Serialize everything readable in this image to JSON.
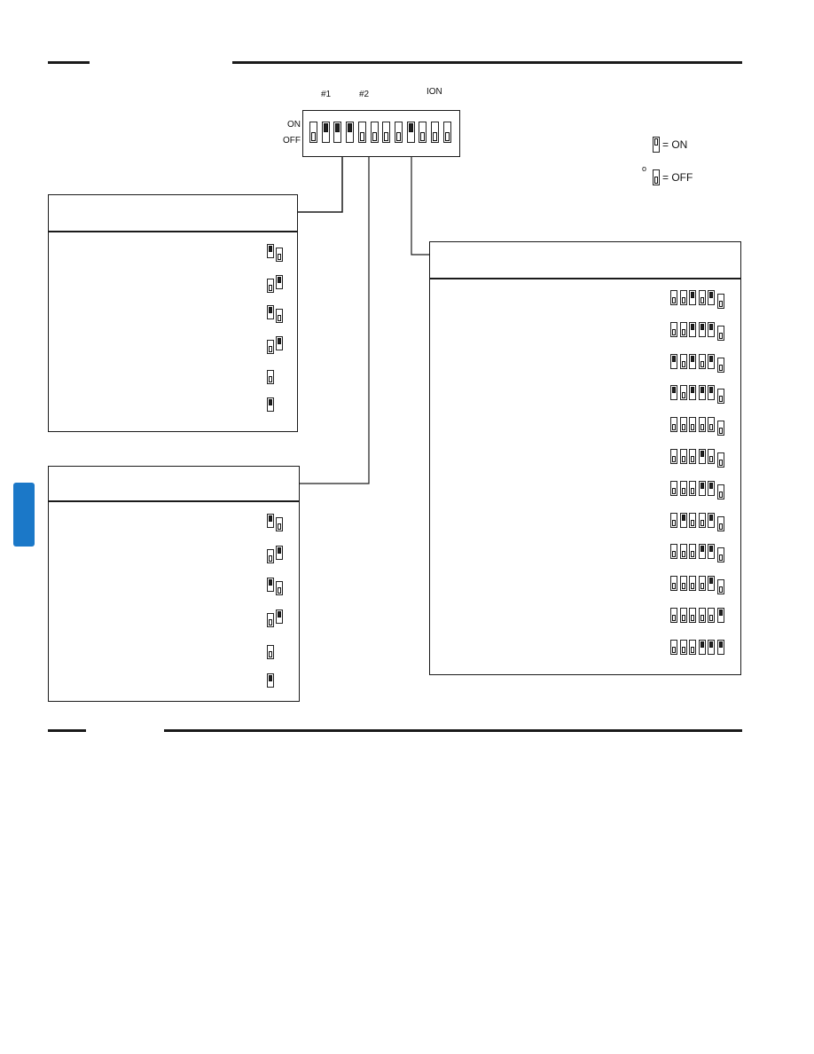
{
  "dip_unit": {
    "labels": {
      "switch1": "#1",
      "switch2": "#2",
      "ion": "ION",
      "on": "ON",
      "off": "OFF"
    },
    "switches": [
      "off",
      "on",
      "on",
      "on",
      "off",
      "off",
      "off",
      "off",
      "on",
      "off",
      "off",
      "off"
    ]
  },
  "legend": {
    "on_text": "= ON",
    "off_text": "= OFF",
    "off_marker": "o"
  },
  "colors": {
    "line": "#1a1a1a",
    "side_tab": "#1b78c8"
  },
  "table_a": {
    "title": "",
    "rows": [
      [
        "on",
        "off"
      ],
      [
        "off",
        "on"
      ],
      [
        "on",
        "off"
      ],
      [
        "off",
        "on"
      ],
      [
        "off"
      ],
      [
        "on"
      ]
    ]
  },
  "table_b": {
    "title": "",
    "rows": [
      [
        "on",
        "off"
      ],
      [
        "off",
        "on"
      ],
      [
        "on",
        "off"
      ],
      [
        "off",
        "on"
      ],
      [
        "off"
      ],
      [
        "on"
      ]
    ]
  },
  "table_c": {
    "title": "",
    "rows": [
      [
        "off",
        "off",
        "on",
        "off",
        "on",
        "off"
      ],
      [
        "off",
        "off",
        "on",
        "on",
        "on",
        "off"
      ],
      [
        "on",
        "off",
        "on",
        "off",
        "on",
        "off"
      ],
      [
        "on",
        "off",
        "on",
        "on",
        "on",
        "off"
      ],
      [
        "off",
        "off",
        "off",
        "off",
        "off",
        "off"
      ],
      [
        "off",
        "off",
        "off",
        "on",
        "off",
        "off"
      ],
      [
        "off",
        "off",
        "off",
        "on",
        "on",
        "off"
      ],
      [
        "off",
        "on",
        "off",
        "off",
        "on",
        "off"
      ],
      [
        "off",
        "off",
        "off",
        "on",
        "on",
        "off"
      ],
      [
        "off",
        "off",
        "off",
        "off",
        "on",
        "off"
      ],
      [
        "off",
        "off",
        "off",
        "off",
        "off",
        "on"
      ],
      [
        "off",
        "off",
        "off",
        "on",
        "on",
        "on"
      ]
    ]
  }
}
